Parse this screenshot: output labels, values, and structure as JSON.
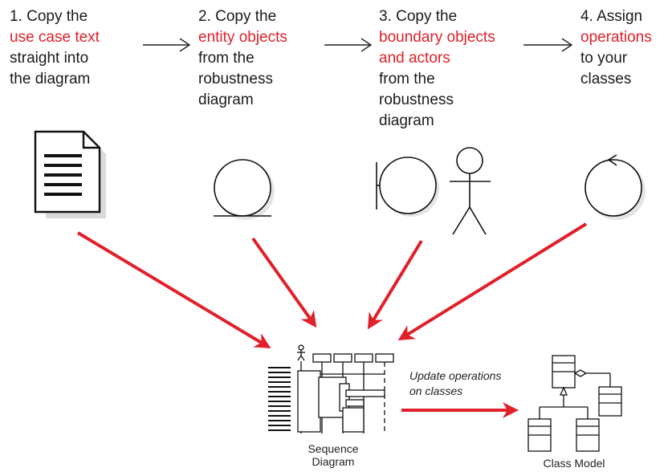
{
  "steps": [
    {
      "number": "1.",
      "before": "Copy the",
      "highlight": "use case text",
      "after_lines": [
        "straight into",
        "the diagram"
      ]
    },
    {
      "number": "2.",
      "before": "Copy the",
      "highlight": "entity objects",
      "after_lines": [
        "from the",
        "robustness",
        "diagram"
      ]
    },
    {
      "number": "3.",
      "before": "Copy the",
      "highlight_lines": [
        "boundary objects",
        "and actors"
      ],
      "after_lines": [
        "from the",
        "robustness",
        "diagram"
      ]
    },
    {
      "number": "4.",
      "before": "Assign",
      "highlight": "operations",
      "after_lines": [
        "to your",
        "classes"
      ]
    }
  ],
  "icons": {
    "document": "use-case-document-icon",
    "entity": "entity-object-icon",
    "boundary": "boundary-object-icon",
    "actor": "actor-stick-figure-icon",
    "control": "control-object-icon"
  },
  "sequence_label_lines": [
    "Sequence",
    "Diagram"
  ],
  "class_model_label": "Class Model",
  "update_note_lines": [
    "Update operations",
    "on classes"
  ],
  "colors": {
    "highlight": "#e0202a",
    "arrow": "#e0202a",
    "text": "#1a1a1a"
  }
}
